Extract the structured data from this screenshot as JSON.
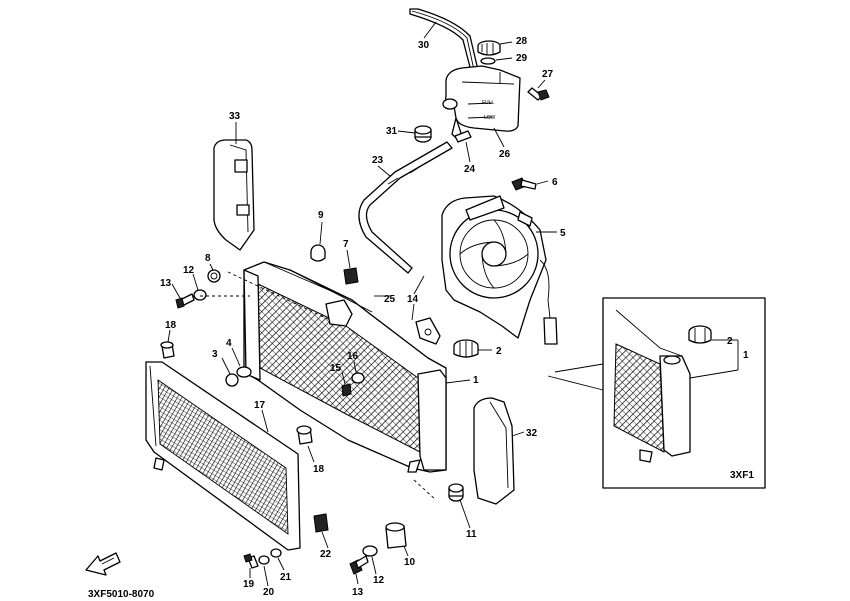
{
  "diagram_code": "3XF5010-8070",
  "inset_label": "3XF1",
  "tank_marks": {
    "full": "FULL",
    "low": "LOW"
  },
  "callouts": [
    {
      "id": "c30",
      "text": "30"
    },
    {
      "id": "c28",
      "text": "28"
    },
    {
      "id": "c29",
      "text": "29"
    },
    {
      "id": "c27",
      "text": "27"
    },
    {
      "id": "c31",
      "text": "31"
    },
    {
      "id": "c26",
      "text": "26"
    },
    {
      "id": "c24",
      "text": "24"
    },
    {
      "id": "c23",
      "text": "23"
    },
    {
      "id": "c33",
      "text": "33"
    },
    {
      "id": "c6",
      "text": "6"
    },
    {
      "id": "c9",
      "text": "9"
    },
    {
      "id": "c5",
      "text": "5"
    },
    {
      "id": "c7",
      "text": "7"
    },
    {
      "id": "c8",
      "text": "8"
    },
    {
      "id": "c12a",
      "text": "12"
    },
    {
      "id": "c13a",
      "text": "13"
    },
    {
      "id": "c25",
      "text": "25"
    },
    {
      "id": "c14",
      "text": "14"
    },
    {
      "id": "c18a",
      "text": "18"
    },
    {
      "id": "c2a",
      "text": "2"
    },
    {
      "id": "c4",
      "text": "4"
    },
    {
      "id": "c3",
      "text": "3"
    },
    {
      "id": "c16",
      "text": "16"
    },
    {
      "id": "c15",
      "text": "15"
    },
    {
      "id": "c1a",
      "text": "1"
    },
    {
      "id": "c17",
      "text": "17"
    },
    {
      "id": "c32",
      "text": "32"
    },
    {
      "id": "c18b",
      "text": "18"
    },
    {
      "id": "c11",
      "text": "11"
    },
    {
      "id": "c22",
      "text": "22"
    },
    {
      "id": "c10",
      "text": "10"
    },
    {
      "id": "c19",
      "text": "19"
    },
    {
      "id": "c20",
      "text": "20"
    },
    {
      "id": "c21",
      "text": "21"
    },
    {
      "id": "c13b",
      "text": "13"
    },
    {
      "id": "c12b",
      "text": "12"
    },
    {
      "id": "c2b",
      "text": "2"
    },
    {
      "id": "c1b",
      "text": "1"
    }
  ]
}
